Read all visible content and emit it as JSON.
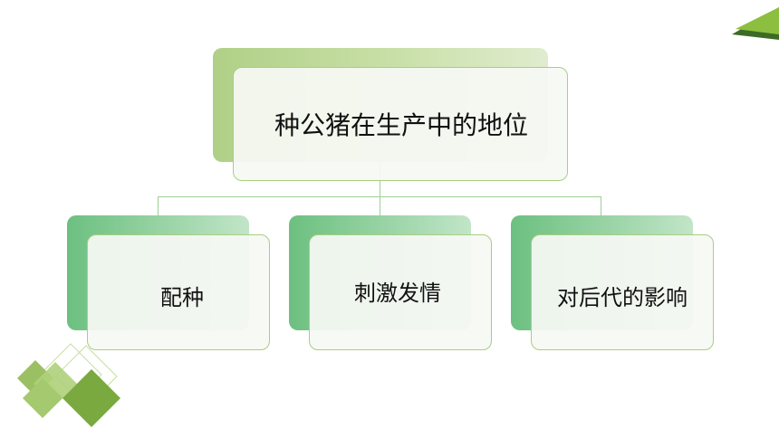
{
  "diagram": {
    "root": {
      "label": "种公猪在生产中的地位"
    },
    "children": [
      {
        "label": "配种"
      },
      {
        "label": "刺激发情"
      },
      {
        "label": "对后代的影响"
      }
    ]
  },
  "colors": {
    "root_back": "#b5d48d",
    "child_back": "#76c78a",
    "border": "#a7cf7f",
    "connector": "#9fcf95",
    "accent_dark": "#3d6b26",
    "accent_green": "#8cbf3f"
  }
}
